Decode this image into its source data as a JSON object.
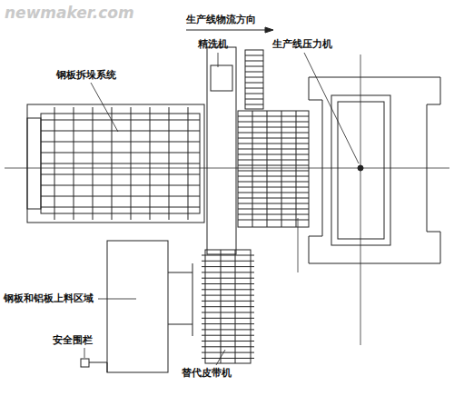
{
  "diagram": {
    "labels": [
      "newmaker.com",
      "生产线物流方向",
      "精洗机",
      "生产线压力机",
      "钢板拆垛系统",
      "钢板和铝板上料区域",
      "安全围栏",
      "替代皮带机"
    ]
  }
}
